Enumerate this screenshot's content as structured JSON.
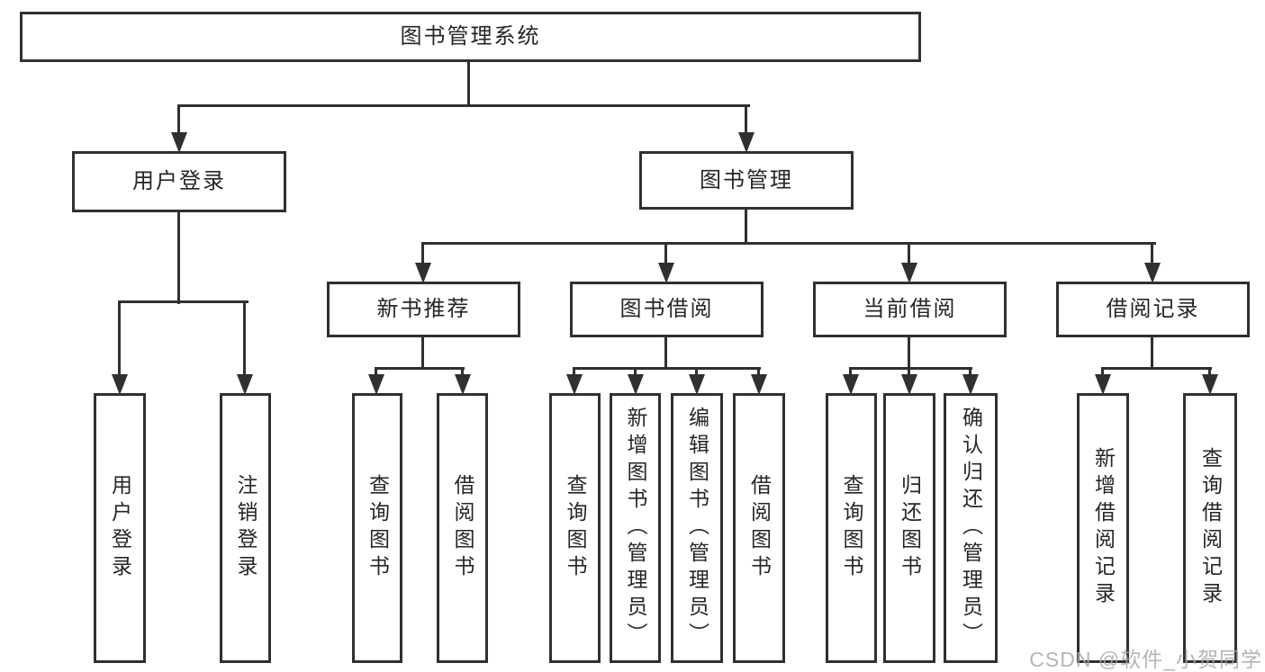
{
  "diagram": {
    "title_node": {
      "label": "图书管理系统"
    },
    "branches": [
      {
        "label": "用户登录",
        "children": [
          {
            "label": "用户登录"
          },
          {
            "label": "注销登录"
          }
        ]
      },
      {
        "label": "图书管理",
        "children": [
          {
            "label": "新书推荐",
            "children": [
              {
                "label": "查询图书"
              },
              {
                "label": "借阅图书"
              }
            ]
          },
          {
            "label": "图书借阅",
            "children": [
              {
                "label": "查询图书"
              },
              {
                "label": "新增图书（管理员）"
              },
              {
                "label": "编辑图书（管理员）"
              },
              {
                "label": "借阅图书"
              }
            ]
          },
          {
            "label": "当前借阅",
            "children": [
              {
                "label": "查询图书"
              },
              {
                "label": "归还图书"
              },
              {
                "label": "确认归还（管理员）"
              }
            ]
          },
          {
            "label": "借阅记录",
            "children": [
              {
                "label": "新增借阅记录"
              },
              {
                "label": "查询借阅记录"
              }
            ]
          }
        ]
      }
    ],
    "colors": {
      "line": "#303030",
      "box_background": "#ffffff",
      "text": "#262626",
      "watermark": "#a9a9a9"
    },
    "watermark": "CSDN @软件_小贺同学"
  }
}
